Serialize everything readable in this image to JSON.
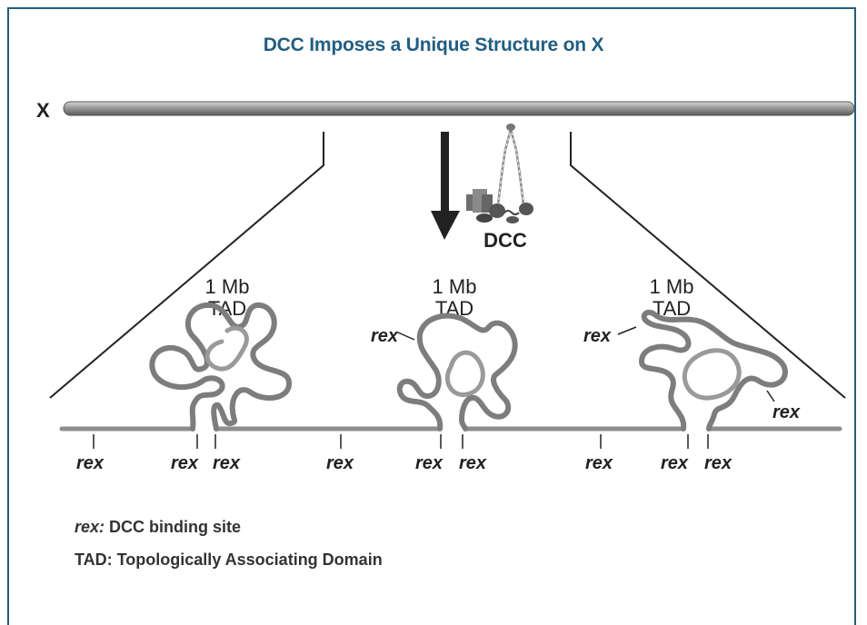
{
  "title": "DCC Imposes a Unique Structure on X",
  "chromosome_label": "X",
  "complex_label": "DCC",
  "tads": [
    {
      "size": "1 Mb",
      "name": "TAD"
    },
    {
      "size": "1 Mb",
      "name": "TAD"
    },
    {
      "size": "1 Mb",
      "name": "TAD"
    }
  ],
  "site_label": "rex",
  "axis_sites": [
    "rex",
    "rex",
    "rex",
    "rex",
    "rex",
    "rex",
    "rex",
    "rex",
    "rex"
  ],
  "loop_sites": [
    "rex",
    "rex",
    "rex"
  ],
  "legend": {
    "rex_term": "rex:",
    "rex_def": " DCC binding site",
    "tad_line": "TAD: Topologically Associating Domain"
  },
  "colors": {
    "title": "#1f5e86",
    "frame": "#1f5e86",
    "chromosome": "#8e8e8e",
    "loop": "#808080"
  }
}
